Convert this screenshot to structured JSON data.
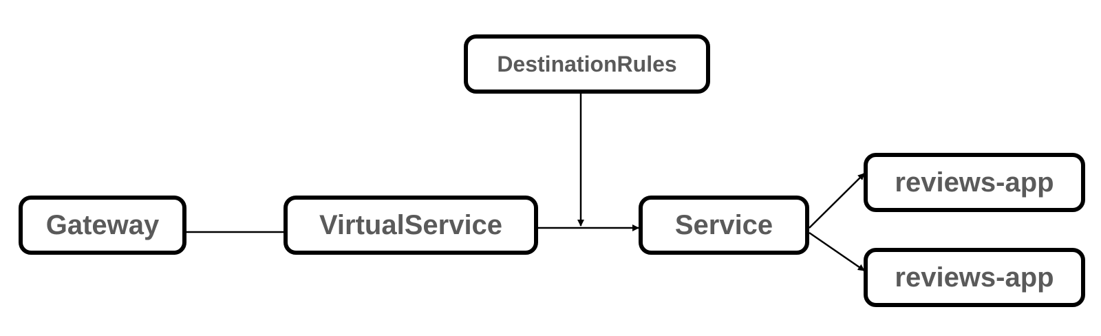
{
  "nodes": {
    "gateway": "Gateway",
    "virtualservice": "VirtualService",
    "destinationrules": "DestinationRules",
    "service": "Service",
    "reviews_app_1": "reviews-app",
    "reviews_app_2": "reviews-app"
  },
  "colors": {
    "stroke": "#000000",
    "label": "#5a5a5a",
    "background": "#ffffff"
  },
  "edges": [
    {
      "from": "Gateway",
      "to": "VirtualService"
    },
    {
      "from": "VirtualService",
      "to": "Service"
    },
    {
      "from": "DestinationRules",
      "to": "VirtualService-Service link"
    },
    {
      "from": "Service",
      "to": "reviews-app"
    },
    {
      "from": "Service",
      "to": "reviews-app"
    }
  ]
}
